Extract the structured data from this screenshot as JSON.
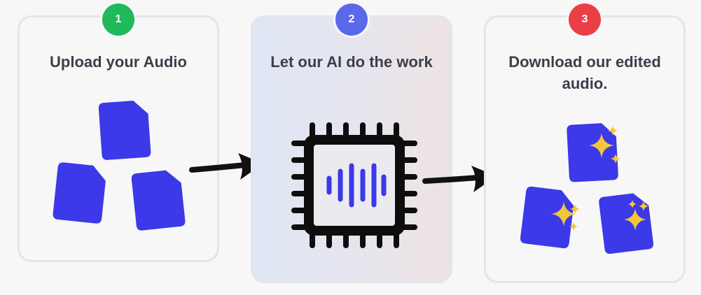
{
  "steps": [
    {
      "number": "1",
      "title": "Upload your Audio",
      "badge_color": "#20b95c"
    },
    {
      "number": "2",
      "title": "Let our AI do the work",
      "badge_color": "#5a68ea"
    },
    {
      "number": "3",
      "title": "Download our edited audio.",
      "badge_color": "#ea3f47"
    }
  ],
  "colors": {
    "file": "#3b39e8",
    "sparkle": "#f4c53a",
    "chip": "#0d0d0d",
    "waveform": "#3b39e8",
    "arrow": "#111111"
  },
  "icons": [
    "file-icon",
    "cpu-chip-icon",
    "waveform-icon",
    "sparkle-icon",
    "arrow-right-icon"
  ]
}
